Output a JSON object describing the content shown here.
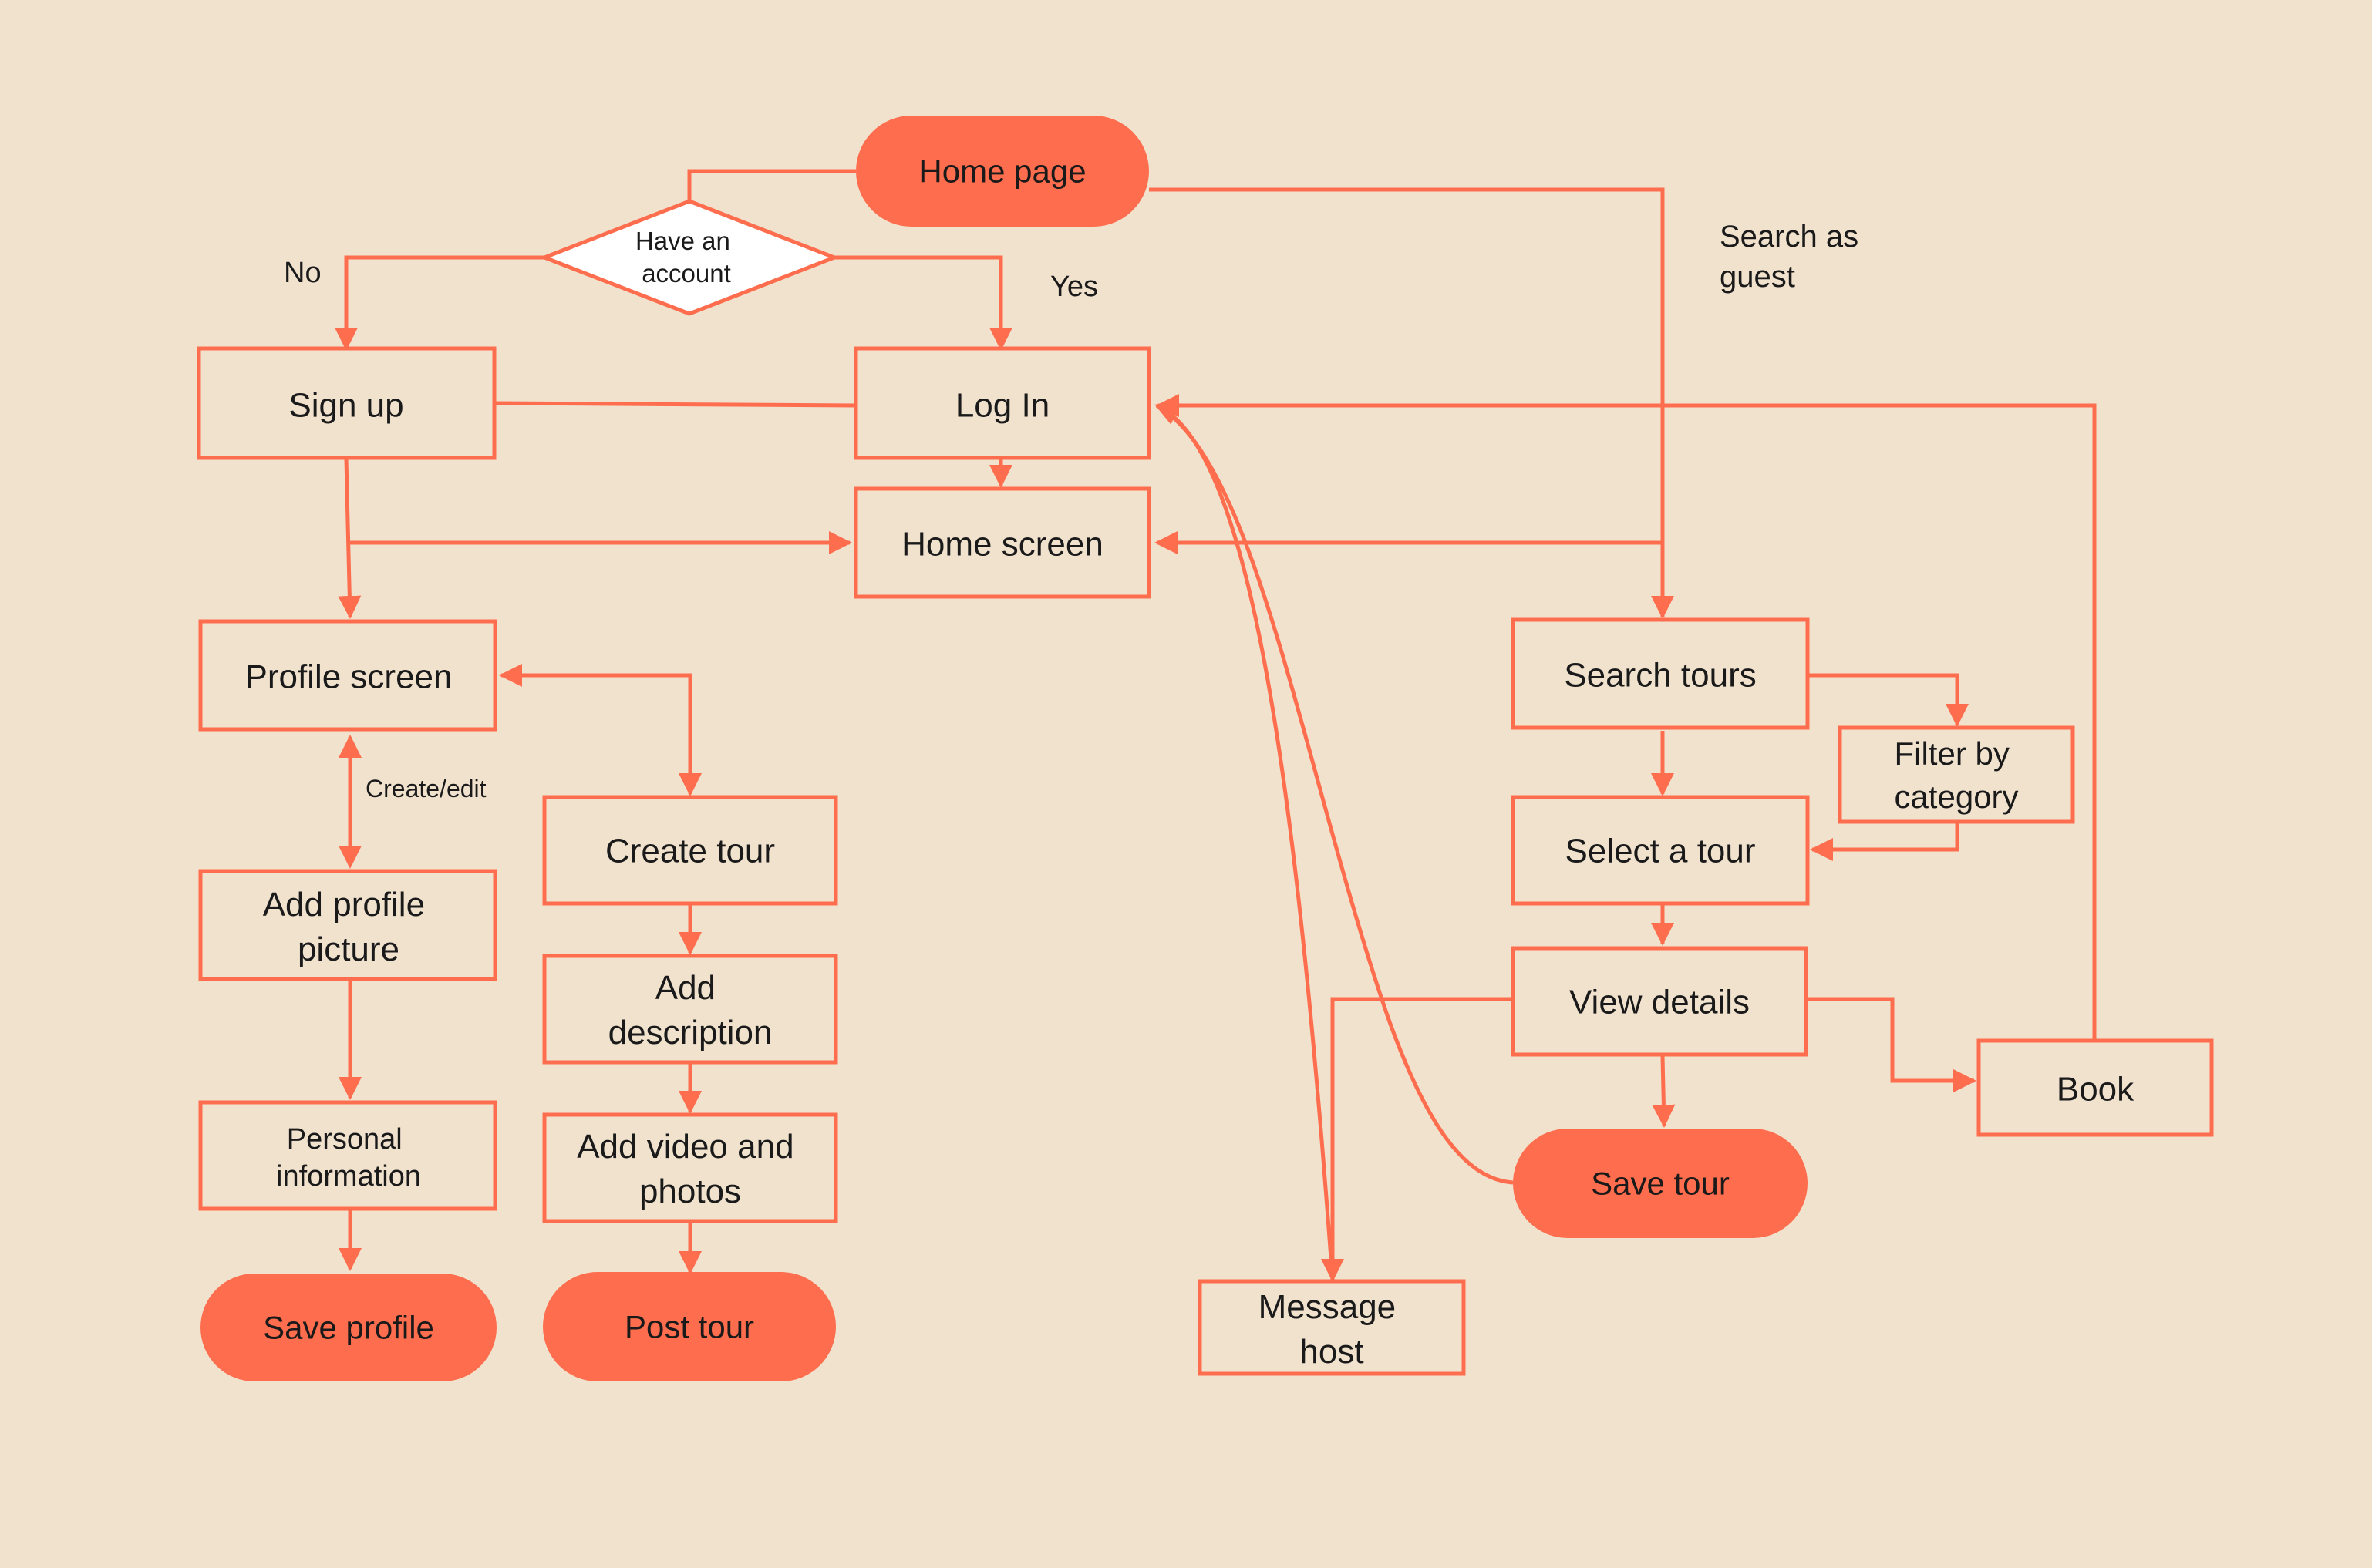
{
  "colors": {
    "background": "#F1E2CE",
    "accent": "#FE6D4D",
    "box_fill": "#F1E2CE",
    "decision_fill": "#FFFFFF",
    "text": "#1a1a1a"
  },
  "nodes": {
    "home_page": "Home page",
    "have_account": [
      "Have an",
      "account"
    ],
    "sign_up": "Sign up",
    "log_in": "Log In",
    "home_screen": "Home screen",
    "profile_screen": "Profile screen",
    "add_profile_picture": [
      "Add profile",
      "picture"
    ],
    "personal_information": [
      "Personal",
      "information"
    ],
    "save_profile": "Save profile",
    "create_tour": "Create tour",
    "add_description": [
      "Add",
      "description"
    ],
    "add_video_photos": [
      "Add video and",
      "photos"
    ],
    "post_tour": "Post tour",
    "search_tours": "Search tours",
    "filter_by_category": [
      "Filter by",
      "category"
    ],
    "select_a_tour": "Select a tour",
    "view_details": "View details",
    "save_tour": "Save tour",
    "book": "Book",
    "message_host": [
      "Message",
      "host"
    ]
  },
  "edge_labels": {
    "no": "No",
    "yes": "Yes",
    "search_as_guest": [
      "Search as",
      "guest"
    ],
    "create_edit": "Create/edit"
  }
}
